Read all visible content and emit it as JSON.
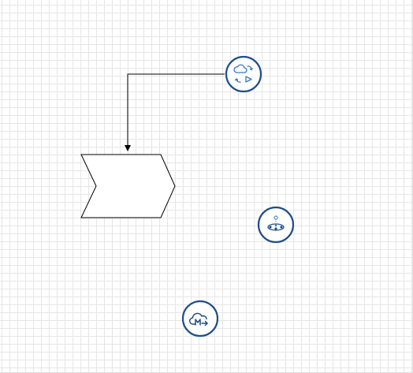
{
  "diagram": {
    "nodes": [
      {
        "id": "step",
        "shape": "chevron-step",
        "label": ""
      },
      {
        "id": "cloud-sync",
        "shape": "circle-icon",
        "icon": "cloud-sync-icon"
      },
      {
        "id": "network-hub",
        "shape": "circle-icon",
        "icon": "network-hub-icon"
      },
      {
        "id": "cloud-migrate",
        "shape": "circle-icon",
        "icon": "cloud-migrate-icon"
      }
    ],
    "edges": [
      {
        "from": "cloud-sync",
        "to": "step",
        "label": ""
      }
    ],
    "colors": {
      "grid": "#e6e6e6",
      "icon_stroke": "#1f4e8c",
      "icon_accent": "#3a78c3",
      "shape_stroke": "#000000",
      "connector": "#000000"
    }
  }
}
